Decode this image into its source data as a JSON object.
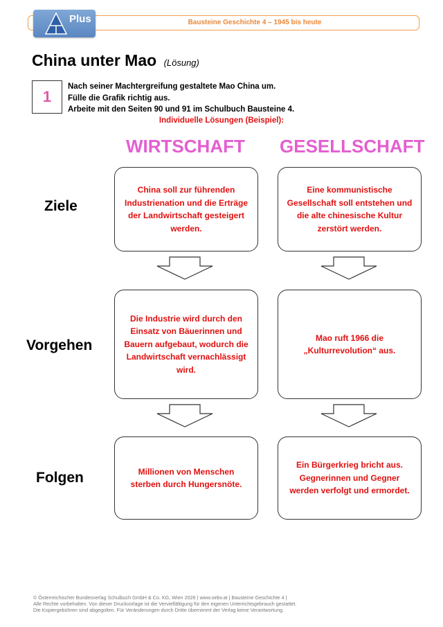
{
  "header": {
    "logo_text": "Plus",
    "title": "Bausteine Geschichte 4 – 1945 bis heute"
  },
  "page": {
    "title": "China unter Mao",
    "subtitle": "(Lösung)"
  },
  "task": {
    "number": "1",
    "lines": [
      "Nach seiner Machtergreifung gestaltete Mao China um.",
      "Fülle die Grafik richtig aus.",
      "Arbeite mit den Seiten 90 und 91 im Schulbuch Bausteine 4."
    ],
    "note": "Individuelle Lösungen (Beispiel):"
  },
  "columns": {
    "wirtschaft": "WIRTSCHAFT",
    "gesellschaft": "GESELLSCHAFT"
  },
  "rows": {
    "ziele": {
      "label": "Ziele",
      "wirtschaft": "China soll zur führenden Industrienation und die Erträge der Landwirtschaft gesteigert werden.",
      "gesellschaft": "Eine kommunistische Gesellschaft soll entstehen und die alte chinesische Kultur zerstört werden."
    },
    "vorgehen": {
      "label": "Vorgehen",
      "wirtschaft": "Die Industrie wird durch den Einsatz von Bäuerinnen und Bauern aufgebaut, wodurch die Landwirtschaft vernachlässigt wird.",
      "gesellschaft": "Mao ruft 1966 die „Kulturrevolution“ aus."
    },
    "folgen": {
      "label": "Folgen",
      "wirtschaft": "Millionen von Menschen sterben durch Hungersnöte.",
      "gesellschaft": "Ein Bürgerkrieg bricht aus. Gegnerinnen und Gegner werden verfolgt und ermordet."
    }
  },
  "footer": {
    "line1": "© Österreichischer Bundesverlag Schulbuch GmbH & Co. KG, Wien 2026 | www.oebv.at | Bausteine Geschichte 4 |",
    "line2": "Alle Rechte vorbehalten. Von dieser Druckvorlage ist die Vervielfältigung für den eigenen Unterrichtsgebrauch gestattet.",
    "line3": "Die Kopiergebühren sind abgegolten. Für Veränderungen durch Dritte übernimmt der Verlag keine Verantwortung."
  }
}
